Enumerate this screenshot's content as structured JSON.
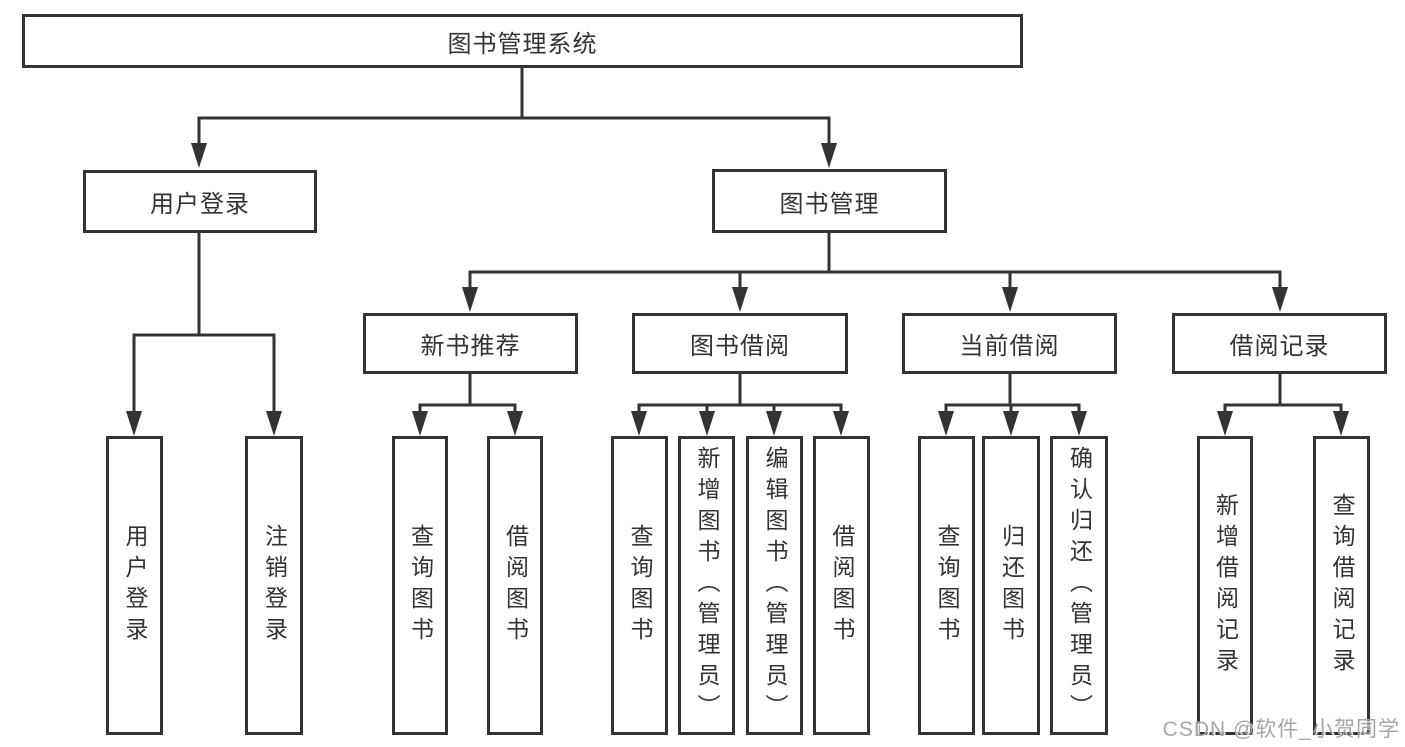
{
  "diagram": {
    "type": "hierarchy-tree",
    "root": {
      "label": "图书管理系统"
    },
    "level2": [
      {
        "label": "用户登录"
      },
      {
        "label": "图书管理"
      }
    ],
    "level3": [
      {
        "label": "新书推荐",
        "parent": "图书管理"
      },
      {
        "label": "图书借阅",
        "parent": "图书管理"
      },
      {
        "label": "当前借阅",
        "parent": "图书管理"
      },
      {
        "label": "借阅记录",
        "parent": "图书管理"
      }
    ],
    "leaves": [
      {
        "label": "用户登录",
        "parent": "用户登录"
      },
      {
        "label": "注销登录",
        "parent": "用户登录"
      },
      {
        "label": "查询图书",
        "parent": "新书推荐"
      },
      {
        "label": "借阅图书",
        "parent": "新书推荐"
      },
      {
        "label": "查询图书",
        "parent": "图书借阅"
      },
      {
        "label": "新增图书（管理员）",
        "parent": "图书借阅"
      },
      {
        "label": "编辑图书（管理员）",
        "parent": "图书借阅"
      },
      {
        "label": "借阅图书",
        "parent": "图书借阅"
      },
      {
        "label": "查询图书",
        "parent": "当前借阅"
      },
      {
        "label": "归还图书",
        "parent": "当前借阅"
      },
      {
        "label": "确认归还（管理员）",
        "parent": "当前借阅"
      },
      {
        "label": "新增借阅记录",
        "parent": "借阅记录"
      },
      {
        "label": "查询借阅记录",
        "parent": "借阅记录"
      }
    ]
  },
  "watermark": {
    "text": "CSDN @软件_小贺同学"
  },
  "colors": {
    "line": "#333333",
    "box_border": "#333333",
    "box_background": "#ffffff",
    "text": "#333333",
    "watermark": "#a6a6a6"
  }
}
